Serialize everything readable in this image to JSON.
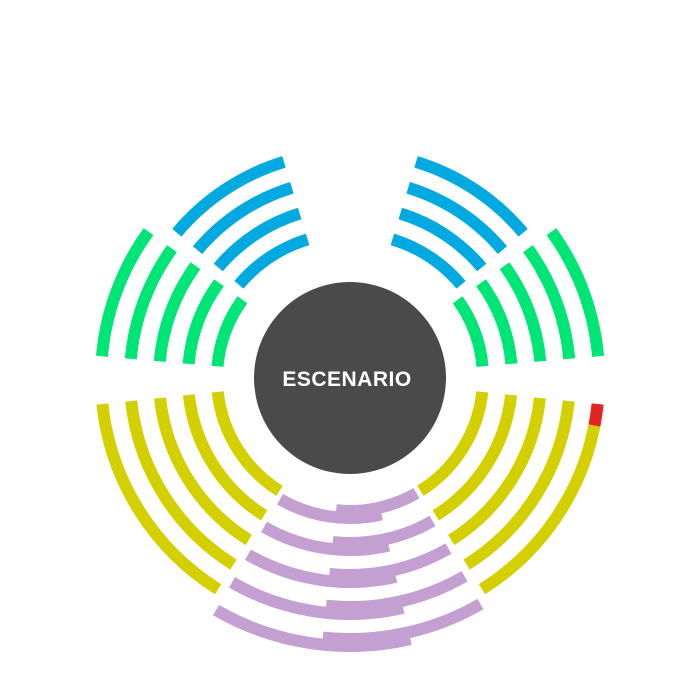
{
  "stage": {
    "label": "ESCENARIO",
    "color": "#4a4a4a",
    "label_color": "#ffffff"
  },
  "colors": {
    "blue": "#00a9e0",
    "green": "#00e676",
    "yellow": "#d4d000",
    "purple": "#c49fd2",
    "red": "#e42424",
    "background": "#ffffff"
  },
  "sections": [
    {
      "id": "top-left",
      "color": "blue",
      "rows": 4
    },
    {
      "id": "top-right",
      "color": "blue",
      "rows": 4
    },
    {
      "id": "upper-left",
      "color": "green",
      "rows": 5
    },
    {
      "id": "upper-right",
      "color": "green",
      "rows": 5
    },
    {
      "id": "lower-left",
      "color": "yellow",
      "rows": 5
    },
    {
      "id": "lower-right",
      "color": "yellow",
      "rows": 5,
      "highlight": {
        "row": 5,
        "color": "red"
      }
    },
    {
      "id": "bottom-left",
      "color": "purple",
      "rows": 5
    },
    {
      "id": "bottom-right",
      "color": "purple",
      "rows": 5
    }
  ]
}
